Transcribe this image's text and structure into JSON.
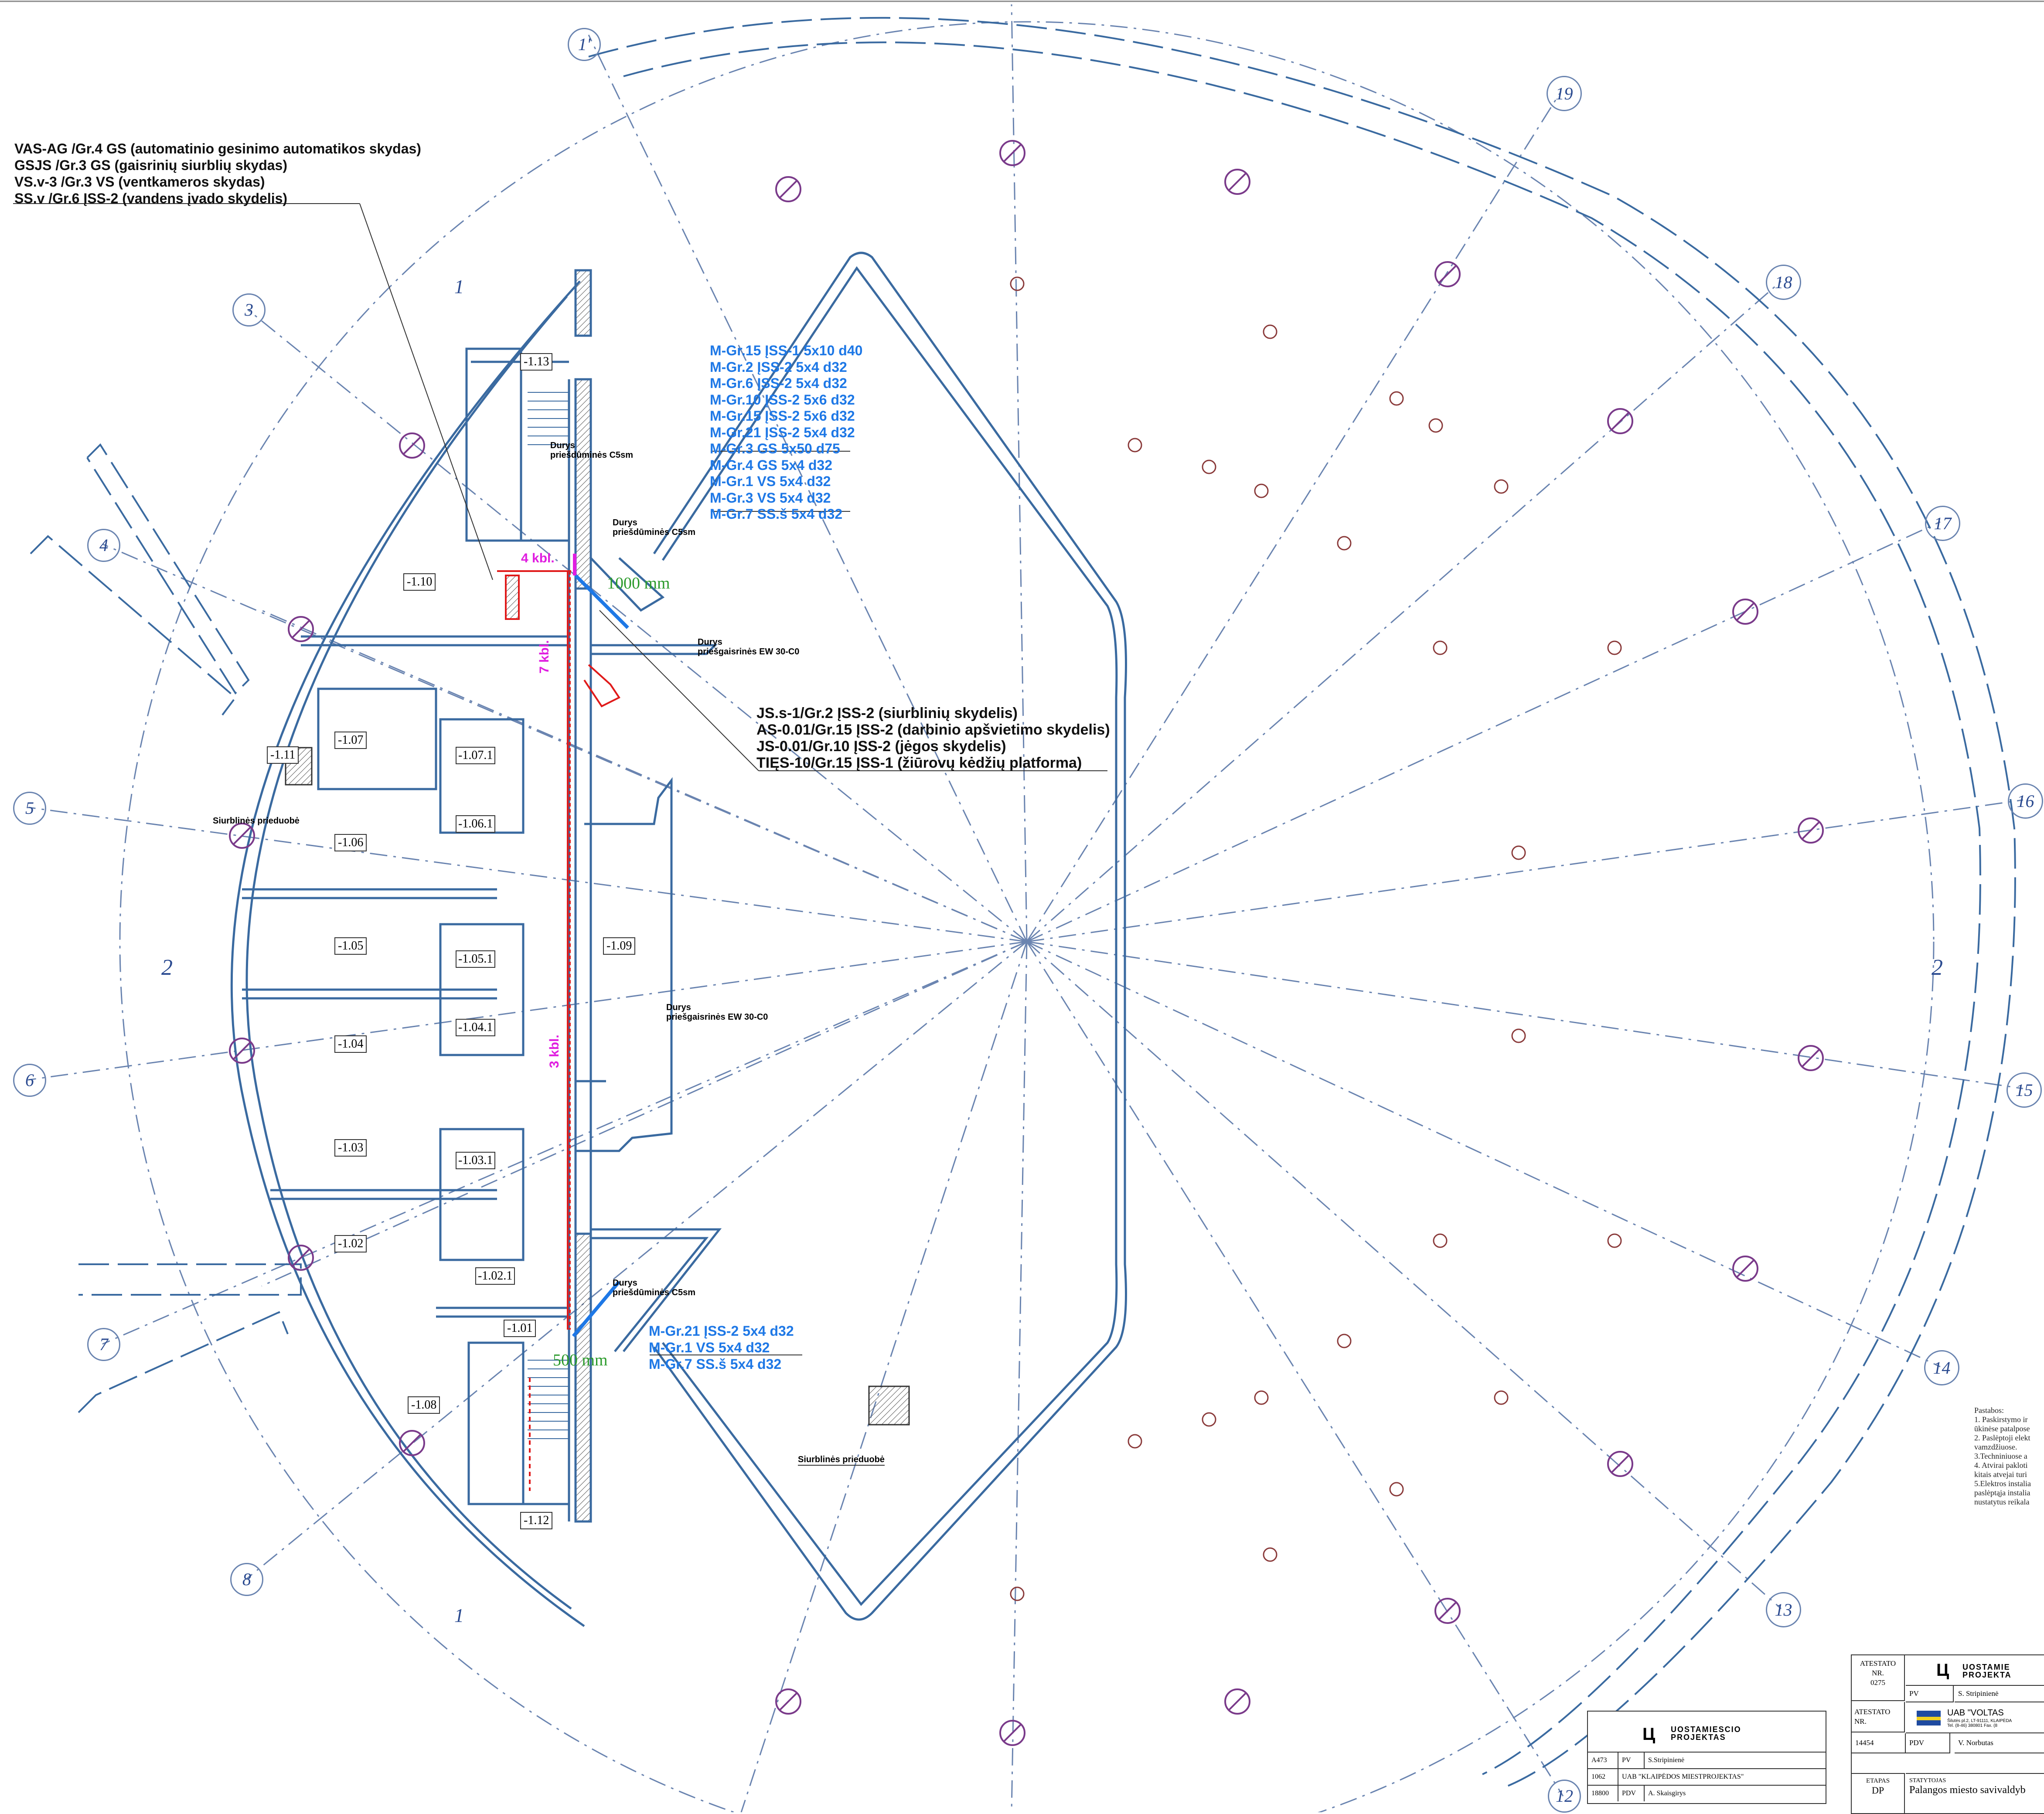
{
  "axis_labels": {
    "a1p": "1'",
    "a19": "19",
    "a18": "18",
    "a17": "17",
    "a16": "16",
    "a15": "15",
    "a14": "14",
    "a13": "13",
    "a12": "12",
    "a3": "3",
    "a4": "4",
    "a5": "5",
    "a6": "6",
    "a7": "7",
    "a8": "8",
    "sec1_top": "1",
    "sec1_bot": "1",
    "lbl2_left": "2",
    "lbl2_right": "2"
  },
  "note_top_left": [
    "VAS-AG /Gr.4 GS (automatinio gesinimo automatikos skydas)",
    "GSJS /Gr.3 GS (gaisrinių siurblių skydas)",
    "VS.v-3 /Gr.3 VS (ventkameros skydas)",
    "SS.v /Gr.6 ĮSS-2 (vandens įvado skydelis)"
  ],
  "note_mid": [
    "JS.s-1/Gr.2 ĮSS-2 (siurblinių skydelis)",
    "AS-0.01/Gr.15 ĮSS-2 (darbinio apšvietimo skydelis)",
    "JS-0.01/Gr.10 ĮSS-2 (jėgos skydelis)",
    "TIĘS-10/Gr.15 ĮSS-1 (žiūrovų kėdžių platforma)"
  ],
  "cables_top": [
    "M-Gr.15 ĮSS-1 5x10 d40",
    "M-Gr.2 ĮSS-2 5x4 d32",
    "M-Gr.6 ĮSS-2 5x4 d32",
    "M-Gr.10 ĮSS-2 5x6 d32",
    "M-Gr.15 ĮSS-2 5x6 d32",
    "M-Gr.21 ĮSS-2 5x4 d32",
    "M-Gr.3 GS 5x50 d75",
    "M-Gr.4 GS 5x4 d32",
    "M-Gr.1 VS 5x4 d32",
    "M-Gr.3 VS 5x4 d32",
    "M-Gr.7 SS.š 5x4 d32"
  ],
  "cables_bottom": [
    "M-Gr.21 ĮSS-2 5x4 d32",
    "M-Gr.1 VS 5x4 d32",
    "M-Gr.7 SS.š 5x4 d32"
  ],
  "rooms": {
    "r113": "-1.13",
    "r110": "-1.10",
    "r107": "-1.07",
    "r111": "-1.11",
    "r1071": "-1.07.1",
    "r1061": "-1.06.1",
    "r106": "-1.06",
    "r105": "-1.05",
    "r1051": "-1.05.1",
    "r109": "-1.09",
    "r104": "-1.04",
    "r1041": "-1.04.1",
    "r103": "-1.03",
    "r1031": "-1.03.1",
    "r102": "-1.02",
    "r1021": "-1.02.1",
    "r101": "-1.01",
    "r108": "-1.08",
    "r112": "-1.12"
  },
  "doors": {
    "title": "Durys",
    "smoke": "priešdūminės C5sm",
    "fire": "priešgaisrinės EW 30-C0"
  },
  "pits": {
    "left": "Siurblinės prieduobė",
    "bottom": "Siurblinės prieduobė"
  },
  "dims": {
    "d1000": "1000 mm",
    "d500": "500 mm"
  },
  "kbl": {
    "k4": "4 kbl.",
    "k7": "7 kbl.",
    "k3": "3 kbl."
  },
  "notes_right": {
    "title": "Pastabos:",
    "lines": [
      "1. Paskirstymo ir",
      "ūkinėse patalpose",
      "2. Paslėptoji elekt",
      "vamzdžiuose.",
      "3.Techniniuose a",
      "4. Atvirai pakloti",
      "kitais atvejai turi",
      "5.Elektros instalia",
      "paslėptąja instalia",
      "nustatytus reikala"
    ]
  },
  "stamp_small": {
    "company": "UOSTAMIESCIO\nPROJEKTAS",
    "rows": [
      [
        "A473",
        "PV",
        "S.Stripinienė"
      ],
      [
        "1062",
        "UAB \"KLAIPĖDOS MIESTPROJEKTAS\"",
        ""
      ],
      [
        "18800",
        "PDV",
        "A. Skaisgirys"
      ]
    ]
  },
  "stamp_big": {
    "atest1": [
      "ATESTATO",
      "NR.",
      "0275"
    ],
    "pv": "PV",
    "pv_name": "S. Stripinienė",
    "atest2": [
      "ATESTATO",
      "NR."
    ],
    "volta": "UAB \"VOLTAS",
    "volta_sub": "Šilutės pl.2, LT-91111, KLAIPĖDA\nTel. (8-46) 380801 Fax. (8",
    "nr": "14454",
    "pdv": "PDV",
    "pdv_name": "V. Norbutas",
    "etapas": "ETAPAS",
    "dp": "DP",
    "statytojas": "STATYTOJAS",
    "client": "Palangos miesto savivaldyb",
    "company": "UOSTAMIE\nPROJEKTA"
  },
  "colors": {
    "wall": "#3a6aa0",
    "grid": "#6a84b0",
    "cable_text": "#1e78e6",
    "kbl": "#e01ee0",
    "dim": "#2a9a2a",
    "red": "#e01a1a",
    "column": "#7a3a8a"
  }
}
